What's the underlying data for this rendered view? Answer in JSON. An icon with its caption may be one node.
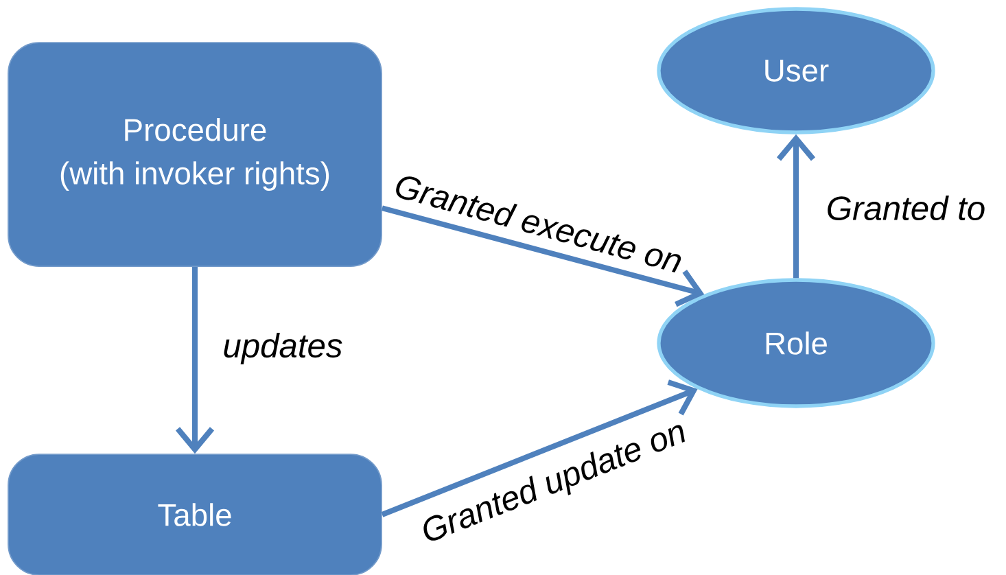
{
  "diagram": {
    "nodes": [
      {
        "text": [
          "Procedure",
          "(with invoker rights)"
        ]
      },
      {
        "text": [
          "User"
        ]
      },
      {
        "text": [
          "Role"
        ]
      },
      {
        "text": [
          "Table"
        ]
      }
    ],
    "edges": [
      {
        "from": 0,
        "to": 3,
        "arrow": "to",
        "label": "updates"
      },
      {
        "from": 0,
        "to": 2,
        "arrow": "to",
        "label": "Granted execute on"
      },
      {
        "from": 3,
        "to": 2,
        "arrow": "to",
        "label": "Granted update on"
      },
      {
        "from": 2,
        "to": 1,
        "arrow": "to",
        "label": "Granted to"
      }
    ]
  }
}
